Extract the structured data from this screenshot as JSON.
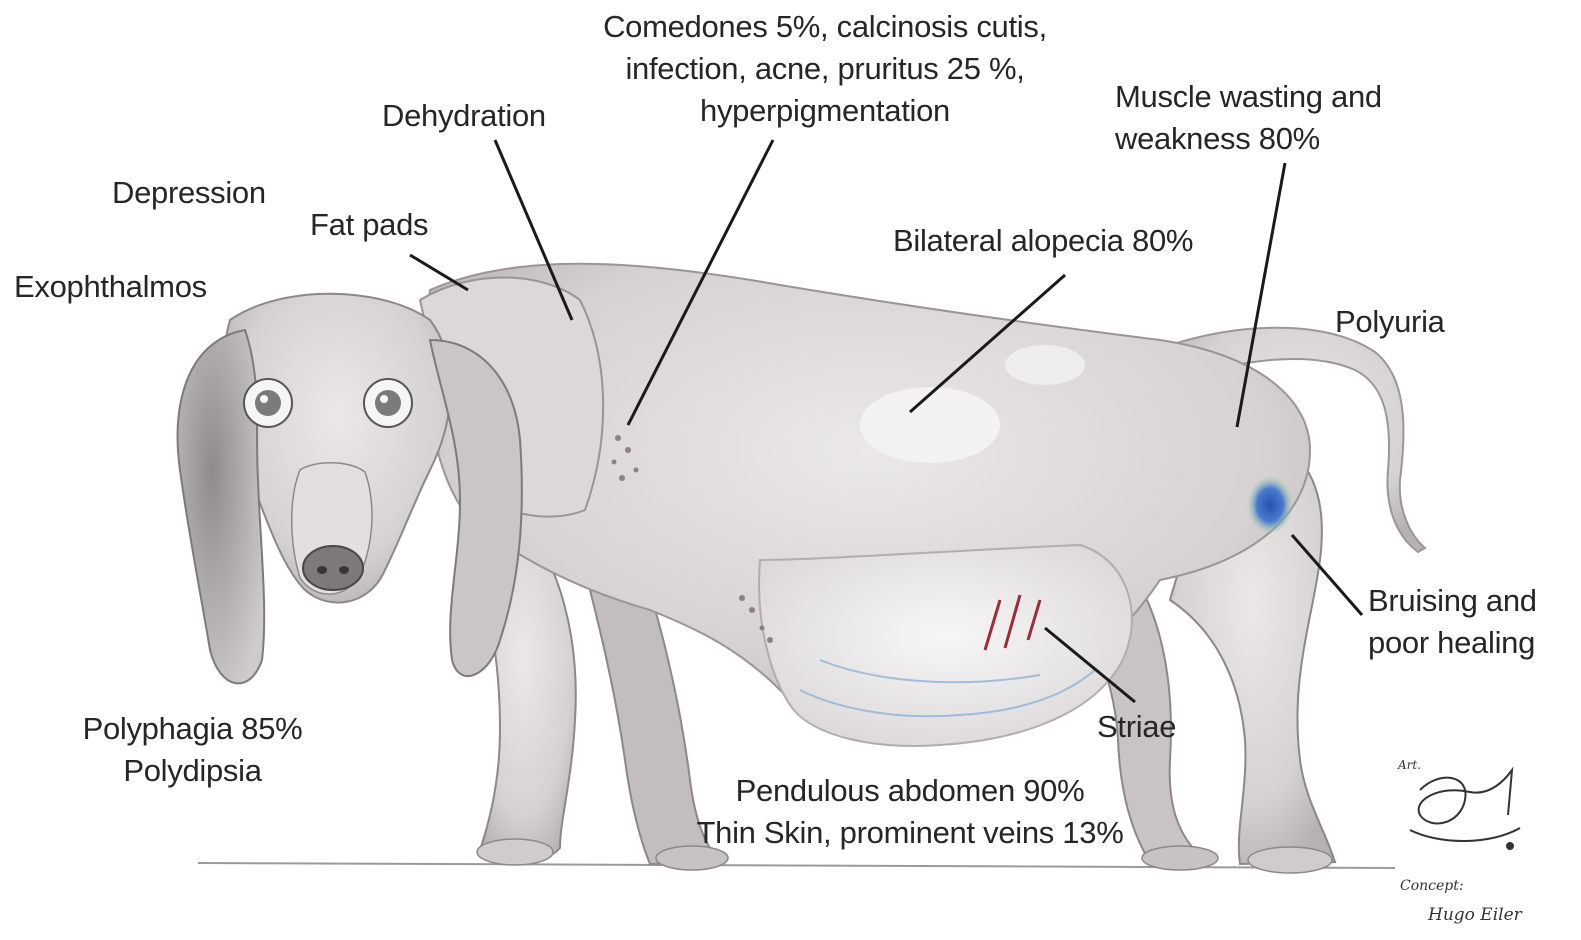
{
  "labels": {
    "comedones": "Comedones 5%, calcinosis cutis,",
    "infection": "infection, acne, pruritus 25 %,",
    "hyperpigmentation": "hyperpigmentation",
    "dehydration": "Dehydration",
    "muscle_wasting_1": "Muscle wasting and",
    "muscle_wasting_2": "weakness 80%",
    "depression": "Depression",
    "fat_pads": "Fat pads",
    "bilateral_alopecia": "Bilateral alopecia 80%",
    "exophthalmos": "Exophthalmos",
    "polyuria": "Polyuria",
    "bruising_1": "Bruising and",
    "bruising_2": "poor healing",
    "polyphagia": "Polyphagia 85%",
    "polydipsia": "Polydipsia",
    "striae": "Striae",
    "pendulous_abdomen": "Pendulous abdomen 90%",
    "thin_skin": "Thin Skin, prominent veins 13%"
  },
  "credits": {
    "art": "Art.",
    "concept": "Concept:",
    "author": "Hugo Eiler"
  },
  "colors": {
    "text": "#262626",
    "leader_line": "#1a1a1a",
    "fur": "#d9d5d6",
    "fur_shadow": "#a9a3a5",
    "striae": "#9c2a3a",
    "bruise": "#3a5fb0",
    "veins": "#8fb0d8"
  }
}
